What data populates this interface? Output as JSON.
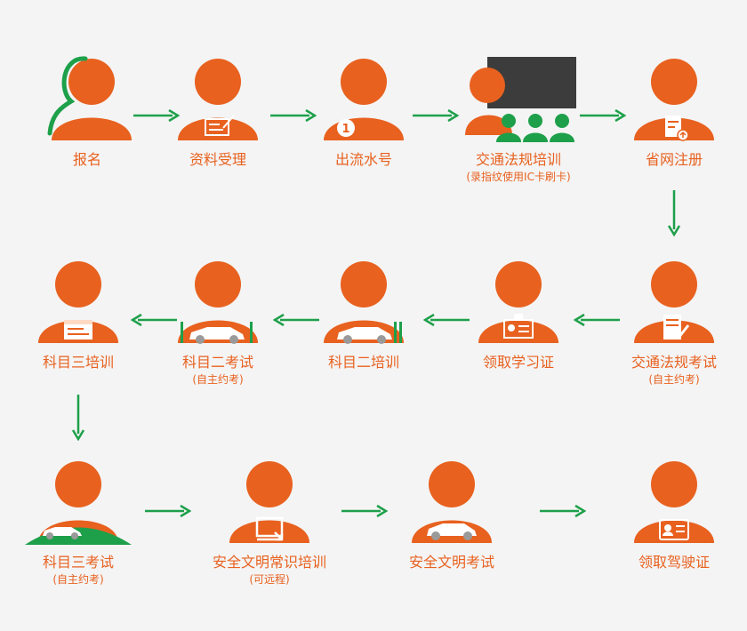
{
  "colors": {
    "primary": "#e8611f",
    "accent": "#1ea04a",
    "board": "#3c3c3c",
    "background": "#f4f4f4"
  },
  "steps": [
    {
      "label": "报名",
      "sub": "",
      "icon": "green-arc-icon"
    },
    {
      "label": "资料受理",
      "sub": "",
      "icon": "document-sign-icon"
    },
    {
      "label": "出流水号",
      "sub": "",
      "icon": "number-one-badge-icon"
    },
    {
      "label": "交通法规培训",
      "sub": "(录指纹使用IC卡刷卡)",
      "icon": "classroom-board-icon"
    },
    {
      "label": "省网注册",
      "sub": "",
      "icon": "upload-document-icon"
    },
    {
      "label": "交通法规考试",
      "sub": "(自主约考)",
      "icon": "exam-paper-pencil-icon"
    },
    {
      "label": "领取学习证",
      "sub": "",
      "icon": "id-badge-icon"
    },
    {
      "label": "科目二培训",
      "sub": "",
      "icon": "car-training-icon"
    },
    {
      "label": "科目二考试",
      "sub": "(自主约考)",
      "icon": "car-exam-icon"
    },
    {
      "label": "科目三培训",
      "sub": "",
      "icon": "window-card-icon"
    },
    {
      "label": "科目三考试",
      "sub": "(自主约考)",
      "icon": "car-road-icon"
    },
    {
      "label": "安全文明常识培训",
      "sub": "(可远程)",
      "icon": "remote-screen-icon"
    },
    {
      "label": "安全文明考试",
      "sub": "",
      "icon": "car-icon"
    },
    {
      "label": "领取驾驶证",
      "sub": "",
      "icon": "driver-license-icon"
    }
  ]
}
